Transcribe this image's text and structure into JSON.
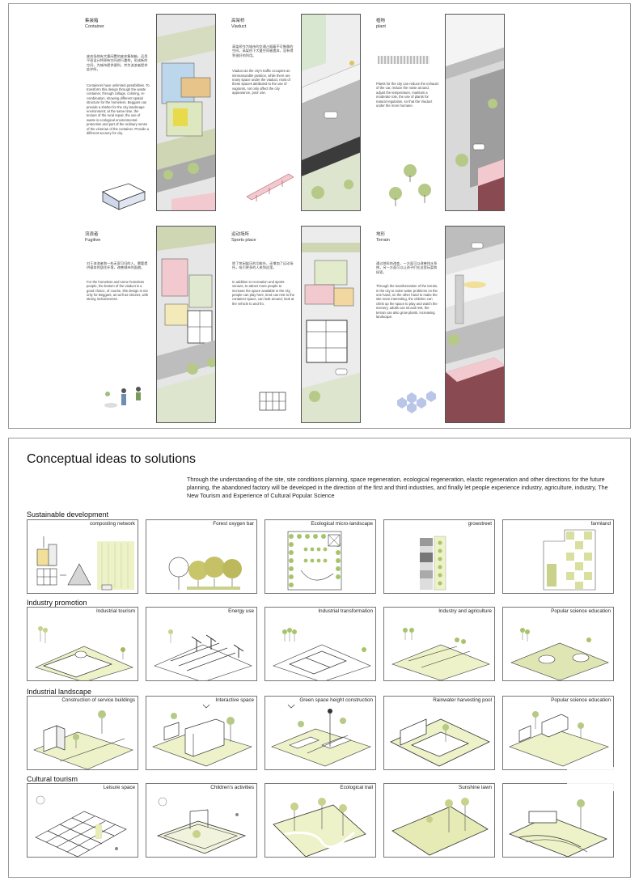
{
  "top_board": {
    "row1": [
      {
        "title_cn": "集装箱",
        "title_en": "Container",
        "text_cn": "废弃场地有大量闲置的废弃集装箱，运用平面设计将原有空间进行重构，形成新的空间，为城市提供便利，并为流浪者提供庇护所。",
        "text_en": "Containers have unlimited possibilities. To transform this design through the waste container, through collage, coloring, re-combination, showing different spatial structure for the homeless. Beggars can provide a shelter for the city landscape environment; at the same time, the texture of the rural repair, the use of waste is ecological environmental protection and part of the ordinary sense of the victorian of the container. Provide a different scenery for city."
      },
      {
        "title_cn": "高架桥",
        "title_en": "Viaduct",
        "text_cn": "高架桥作为城市的交通占据着不可衡量的空间，高架桥下大量空间被遗弃，没有得到很好的利用。",
        "text_en": "Viaduct as the city's traffic occupies an immeasurable position, while there are many space under the viaduct, most of these spaces attributed to the use of vagrants, not only affect the city appearance, poor use."
      },
      {
        "title_cn": "植物",
        "title_en": "plant",
        "text_cn": "",
        "text_en": "Plants for the city can reduce the exhaust of the car, reduce the noise around, adjust the temperature, maintain a moderate role, the use of plants for natural regulation, so that the Viaduct under the more humane."
      }
    ],
    "row2": [
      {
        "title_cn": "流浪者",
        "title_en": "Fugitive",
        "text_cn": "对于流浪者和一些无家可归的人，需要提供基本的居住环境，改善城市的面貌。",
        "text_en": "For the homeless and some homeless people, the bottom of the viaduct is a good choice, of course, this design is not only for Beggars, as well as citizens, with strong inclusiveness."
      },
      {
        "title_cn": "运动场所",
        "title_en": "Sports place",
        "text_cn": "除了休闲娱乐的功能外，还增加了运动场所，吸引更多的人来到这里。",
        "text_en": "In addition to recreation and sports venues, to attract more people to increase the space available in the city, people can play here, tired can rest to the container space, can look around, look at the vehicle to and fro."
      },
      {
        "title_cn": "地形",
        "title_en": "Terrain",
        "text_cn": "通过地形的改变，一方面可以改善排水系统，另一方面可以让孩子们在这里玩耍和探索。",
        "text_en": "Through the transformation of the terrain, in the city to solve water problems on the one hand, on the other hand to make the site more interesting, the children can climb up the space to play and watch the scenery, adults can sit and rest, the terrain can also grow plants, increasing landscape."
      }
    ]
  },
  "bottom_board": {
    "title": "Conceptual ideas to solutions",
    "intro": "Through the understanding of the site, site conditions planning, space regeneration, ecological regeneration, elastic regeneration and other directions for the future planning, the abandoned factory will be developed in the direction of the first and third industries, and finally let people experience industry, agriculture, industry, The New Tourism and Experience of Cultural Popular Science",
    "sections": [
      {
        "title": "Sustainable development",
        "panels": [
          "composting network",
          "Forest oxygen bar",
          "Ecological micro-landscape",
          "growstreet",
          "farmland"
        ]
      },
      {
        "title": "Industry promotion",
        "panels": [
          "Industrial tourism",
          "Energy use",
          "Industrial transformation",
          "Industry and agriculture",
          "Popular science education"
        ]
      },
      {
        "title": "Industrial landscape",
        "panels": [
          "Construction of service buildings",
          "Interactive space",
          "Green space height construction",
          "Rainwater harvesting pool",
          "Popular science education"
        ]
      },
      {
        "title": "Cultural tourism",
        "panels": [
          "Leisure space",
          "Children's activities",
          "Ecological trail",
          "Sunshine lawn",
          ""
        ]
      }
    ]
  },
  "colors": {
    "green": "#c9d18a",
    "green_dark": "#a8b35c",
    "pink": "#f2c9cf",
    "blue": "#bcd6ec",
    "road": "#9a9a9a",
    "line": "#333333"
  }
}
